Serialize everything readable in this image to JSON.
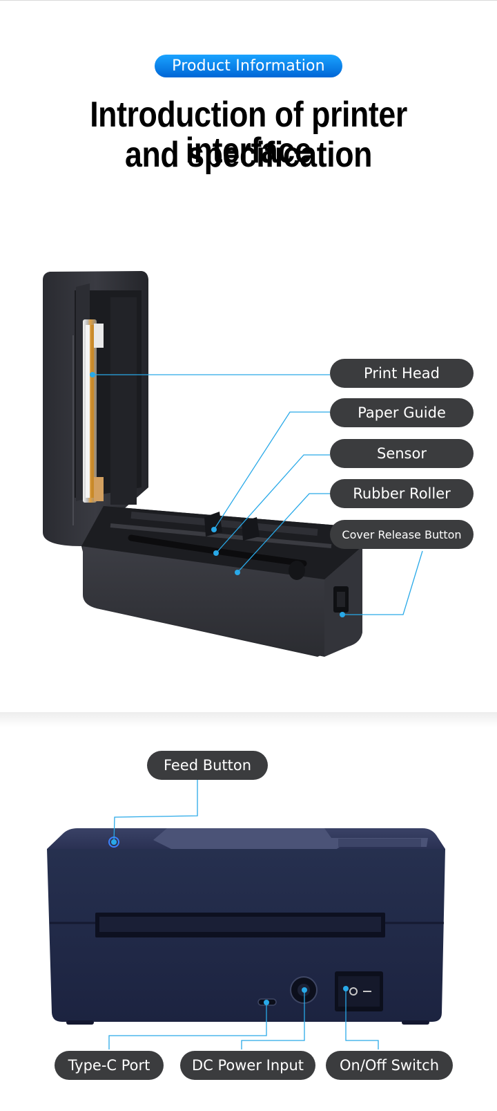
{
  "header": {
    "badge": "Product Information",
    "title_line1": "Introduction of printer interface",
    "title_line2": "and specification"
  },
  "top_callouts": {
    "print_head": "Print Head",
    "paper_guide": "Paper Guide",
    "sensor": "Sensor",
    "rubber_roller": "Rubber Roller",
    "cover_release_button": "Cover Release Button"
  },
  "bottom_callouts": {
    "feed_button": "Feed Button",
    "type_c_port": "Type-C Port",
    "dc_power_input": "DC Power Input",
    "on_off_switch": "On/Off Switch"
  },
  "colors": {
    "accent_blue": "#1aa3ff",
    "callout_line": "#29a9e8",
    "label_bg": "#3b3c3e",
    "printer_body_top": "#2f3038",
    "printer_body_back": "#1f2747"
  },
  "icons": {
    "switch_symbols": "O –"
  }
}
